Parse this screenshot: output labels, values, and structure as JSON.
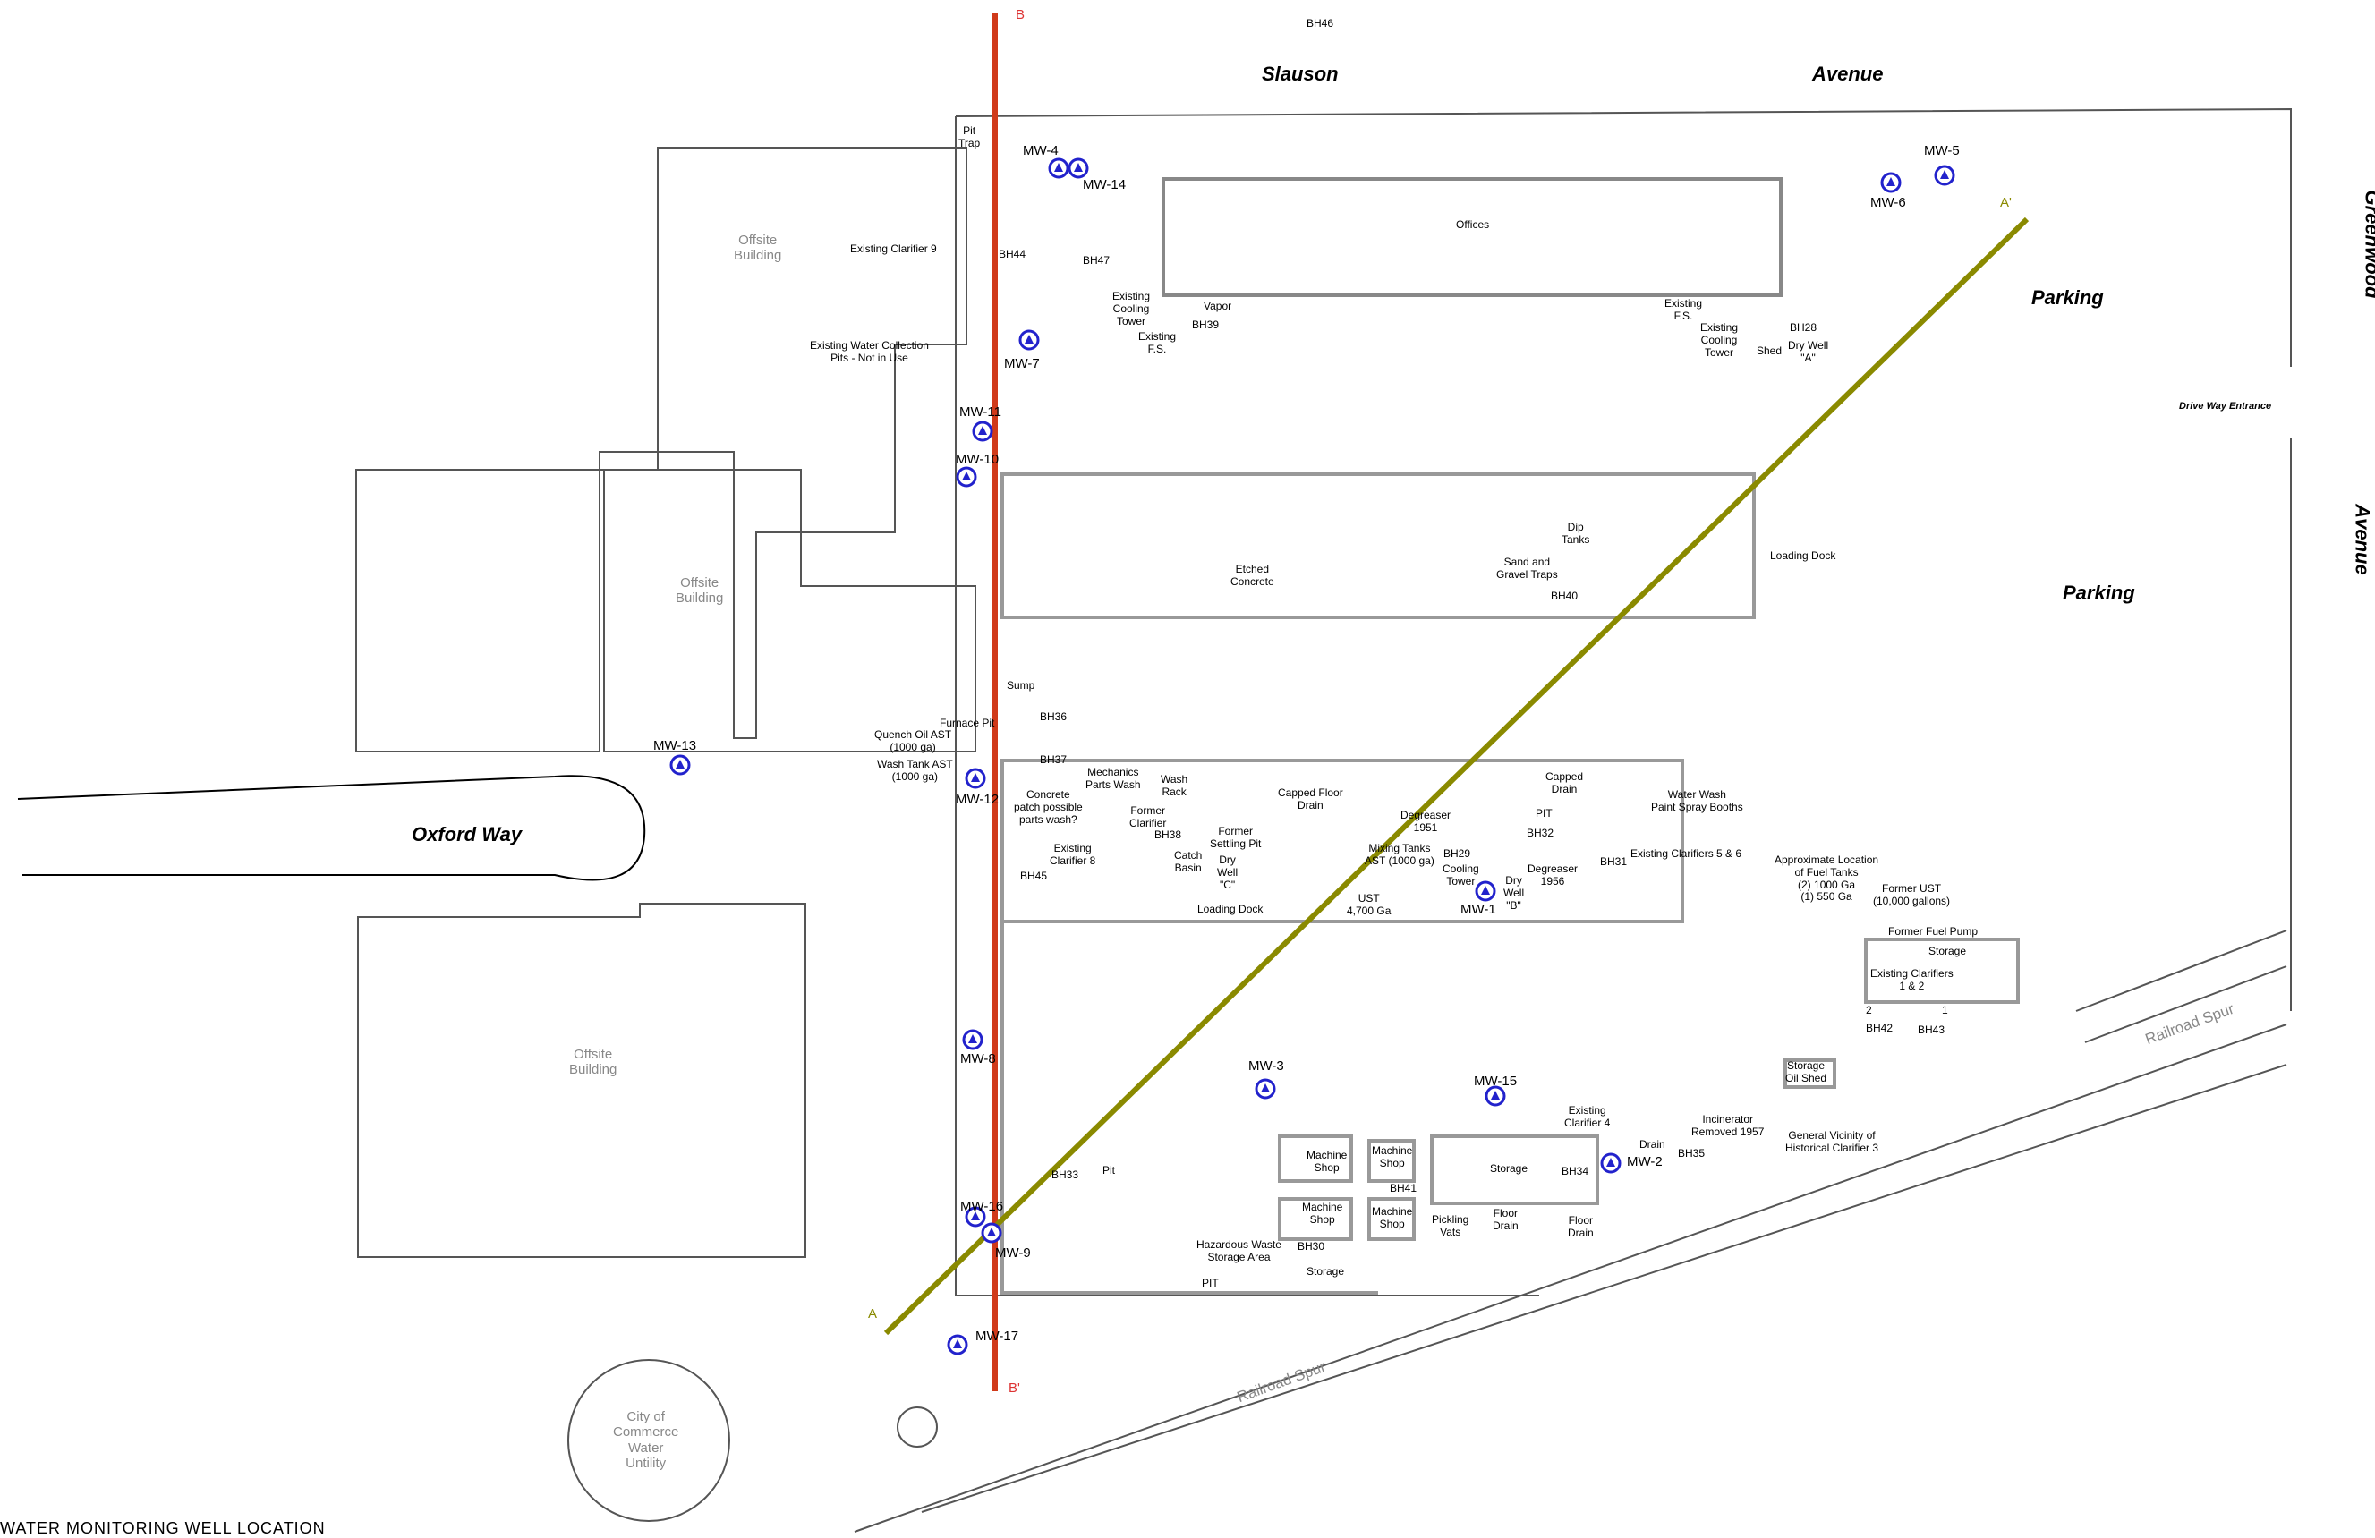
{
  "streets": {
    "slauson": "Slauson",
    "avenue_top": "Avenue",
    "greenwood": "Greenwood",
    "avenue_right": "Avenue",
    "oxford": "Oxford Way",
    "parking1": "Parking",
    "parking2": "Parking",
    "driveway": "Drive Way Entrance",
    "rail1": "Railroad Spur",
    "rail2": "Railroad Spur"
  },
  "buildings": {
    "offsite1": "Offsite\nBuilding",
    "offsite2": "Offsite\nBuilding",
    "offsite3": "Offsite\nBuilding",
    "city": "City of\nCommerce\nWater\nUntility",
    "offices": "Offices"
  },
  "section": {
    "b": "B",
    "b_prime": "B'",
    "a": "A",
    "a_prime": "A'"
  },
  "wells": {
    "mw4": "MW-4",
    "mw14": "MW-14",
    "mw5": "MW-5",
    "mw6": "MW-6",
    "mw7": "MW-7",
    "mw11": "MW-11",
    "mw10": "MW-10",
    "mw13": "MW-13",
    "mw12": "MW-12",
    "mw1": "MW-1",
    "mw8": "MW-8",
    "mw3": "MW-3",
    "mw15": "MW-15",
    "mw2": "MW-2",
    "mw16": "MW-16",
    "mw9": "MW-9",
    "mw17": "MW-17"
  },
  "boreholes": {
    "bh46": "BH46",
    "bh44": "BH44",
    "bh47": "BH47",
    "bh39": "BH39",
    "bh28": "BH28",
    "bh40": "BH40",
    "bh36": "BH36",
    "bh37": "BH37",
    "bh38": "BH38",
    "bh45": "BH45",
    "bh29": "BH29",
    "bh32": "BH32",
    "bh31": "BH31",
    "bh42": "BH42",
    "bh43": "BH43",
    "bh33": "BH33",
    "bh41": "BH41",
    "bh30": "BH30",
    "bh34": "BH34",
    "bh35": "BH35"
  },
  "features": {
    "pit_trap": "Pit\nTrap",
    "clarifier9": "Existing Clarifier 9",
    "water_pits": "Existing Water Collection\nPits - Not in Use",
    "cooling1": "Existing\nCooling\nTower",
    "fs1": "Existing\nF.S.",
    "vapor": "Vapor",
    "fs2": "Existing\nF.S.",
    "cooling2": "Existing\nCooling\nTower",
    "shed": "Shed",
    "dry_a": "Dry Well\n\"A\"",
    "etched": "Etched\nConcrete",
    "dip": "Dip\nTanks",
    "sand": "Sand and\nGravel Traps",
    "loading1": "Loading Dock",
    "sump": "Sump",
    "furnace": "Furnace Pit",
    "quench": "Quench Oil AST\n(1000 ga)",
    "wash_tank": "Wash Tank AST\n(1000 ga)",
    "concrete_patch": "Concrete\npatch possible\nparts wash?",
    "mech": "Mechanics\nParts Wash",
    "wash_rack": "Wash\nRack",
    "former_clar": "Former\nClarifier",
    "capped_drain": "Capped Floor\nDrain",
    "former_settling": "Former\nSettling Pit",
    "dry_c": "Dry\nWell\n\"C\"",
    "catch": "Catch\nBasin",
    "clar8": "Existing\nClarifier 8",
    "loading2": "Loading Dock",
    "degreaser1951": "Degreaser\n1951",
    "capped2": "Capped\nDrain",
    "pit1": "PIT",
    "waterwash": "Water Wash\nPaint Spray Booths",
    "mixing": "Mixing Tanks\nAST (1000 ga)",
    "cooling3": "Cooling\nTower",
    "dry_b": "Dry\nWell\n\"B\"",
    "degreaser1956": "Degreaser\n1956",
    "clar56": "Existing Clarifiers 5 & 6",
    "ust": "UST\n4,700 Ga",
    "fuel_tanks": "Approximate Location\nof Fuel Tanks\n(2) 1000 Ga\n(1) 550 Ga",
    "former_ust": "Former UST\n(10,000 gallons)",
    "fuel_pump": "Former Fuel Pump",
    "storage1": "Storage",
    "clar12": "Existing Clarifiers\n1 & 2",
    "storage_oil": "Storage\nOil Shed",
    "pit2": "Pit",
    "machine1": "Machine\nShop",
    "machine2": "Machine\nShop",
    "machine3": "Machine\nShop",
    "machine4": "Machine\nShop",
    "storage2": "Storage",
    "clar4": "Existing\nClarifier 4",
    "drain1": "Drain",
    "incin": "Incinerator\nRemoved 1957",
    "hist_clar3": "General Vicinity of\nHistorical Clarifier 3",
    "floor_drain1": "Floor\nDrain",
    "pickling": "Pickling\nVats",
    "floor_drain2": "Floor\nDrain",
    "haz": "Hazardous Waste\nStorage Area",
    "pit3": "PIT",
    "storage3": "Storage",
    "n2": "2",
    "n1": "1"
  },
  "legend": "WATER MONITORING WELL LOCATION"
}
